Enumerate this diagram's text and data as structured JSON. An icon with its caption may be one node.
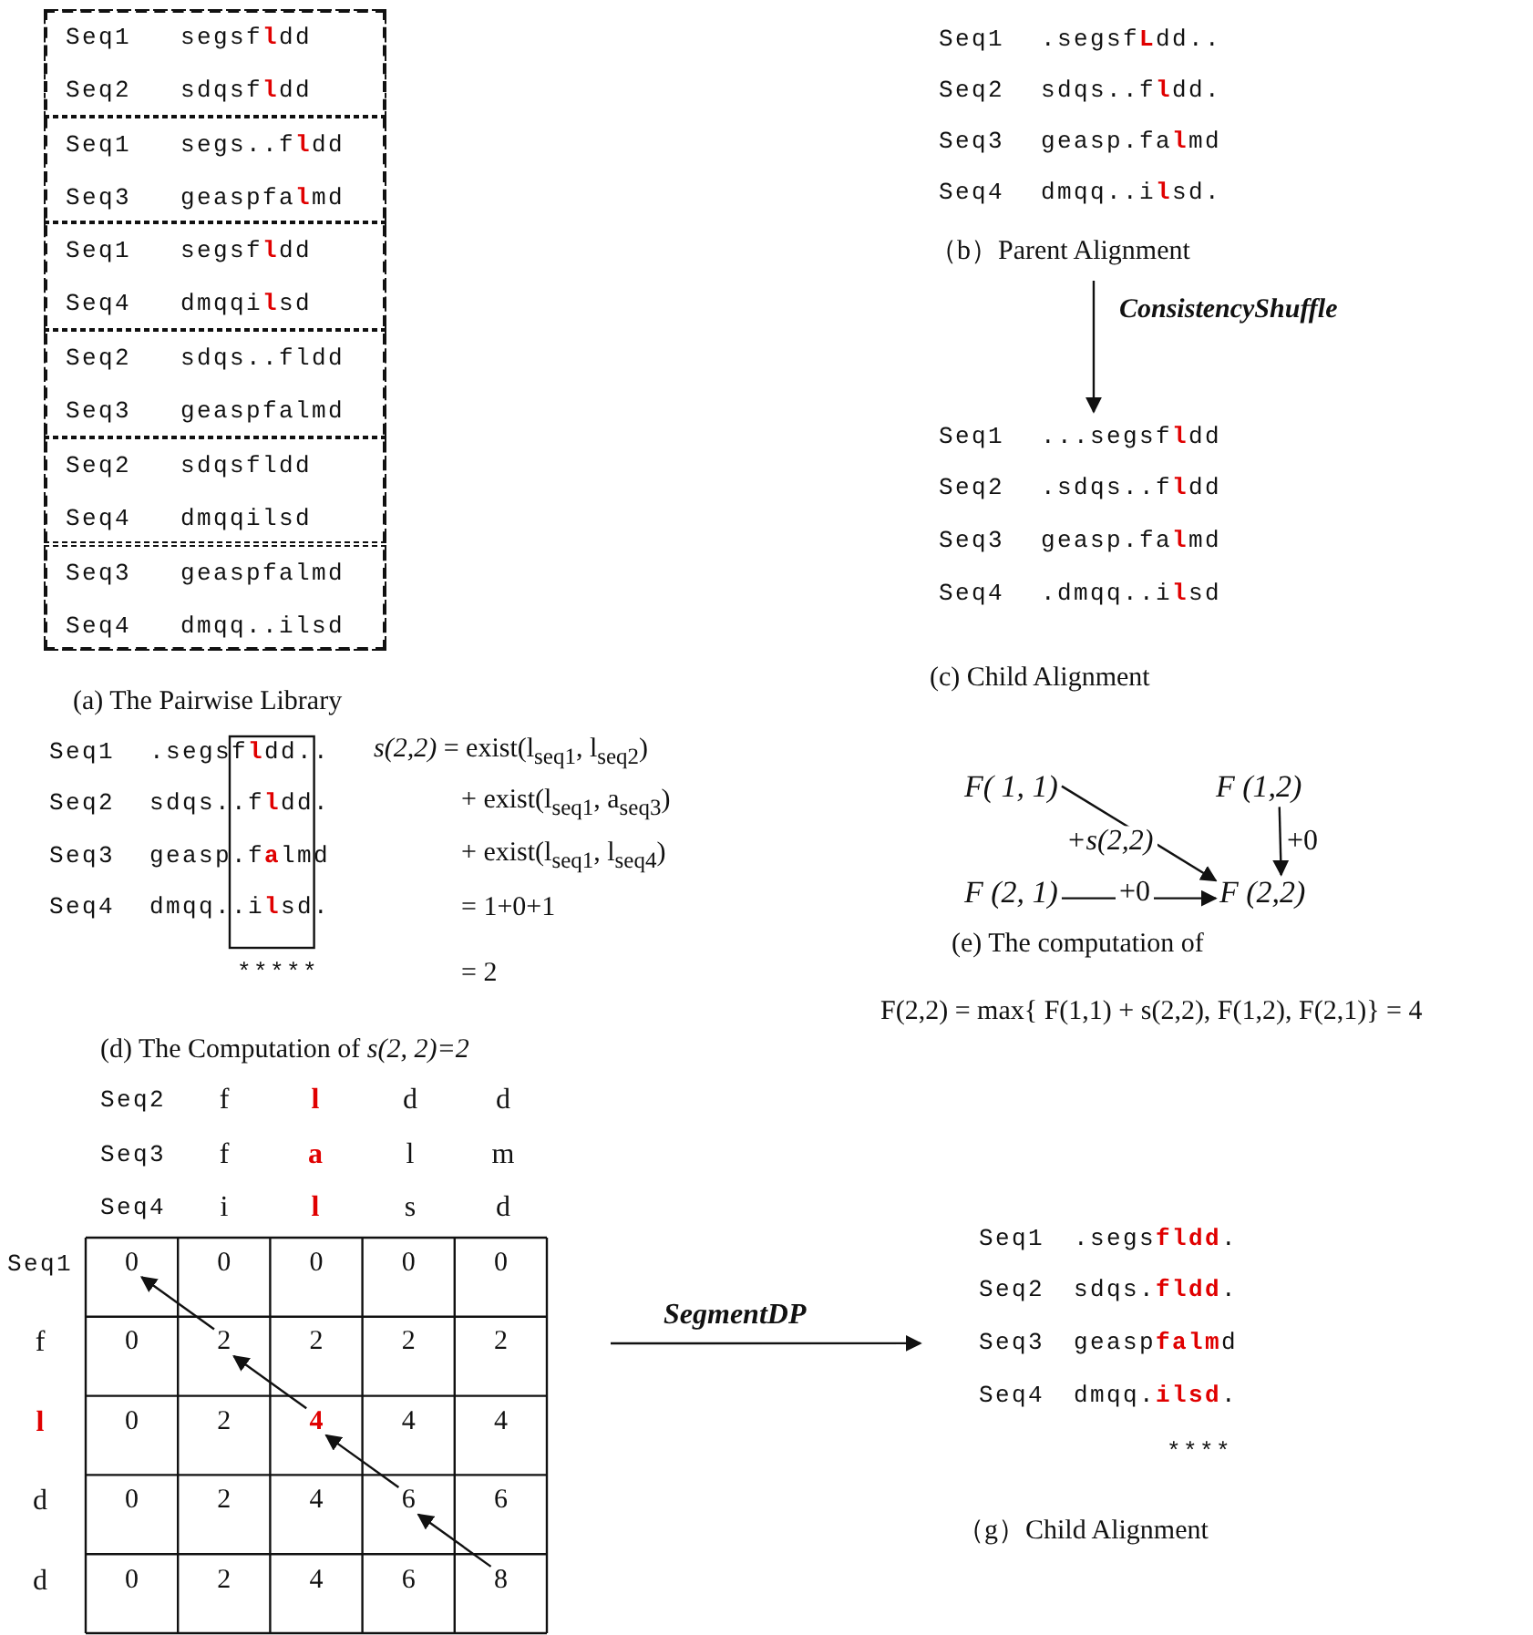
{
  "diagram": {
    "nodes": [
      {
        "text": [
          "(a) The Pairwise Library"
        ]
      },
      {
        "text": [
          "Seq1",
          "segsf**l**dd",
          "Seq2",
          "sdqsf**l**dd"
        ],
        "in": 0
      },
      {
        "text": [
          "Seq1",
          "segs..f**l**dd",
          "Seq3",
          "geaspfa**l**md"
        ],
        "in": 0
      },
      {
        "text": [
          "Seq1",
          "segsf**l**dd",
          "Seq4",
          "dmqqi**l**sd"
        ],
        "in": 0
      },
      {
        "text": [
          "Seq2",
          "sdqs..fldd",
          "Seq3",
          "geaspfalmd"
        ],
        "in": 0
      },
      {
        "text": [
          "Seq2",
          "sdqsfldd",
          "Seq4",
          "dmqqilsd"
        ],
        "in": 0
      },
      {
        "text": [
          "Seq3",
          "geaspfalmd",
          "Seq4",
          "dmqq..ilsd"
        ],
        "in": 0
      },
      {
        "text": [
          "Seq1",
          ".segsf**L**dd..",
          "Seq2",
          "sdqs..f**l**dd.",
          "Seq3",
          "geasp.fa**l**md",
          "Seq4",
          "dmqq..i**l**sd."
        ],
        "beside": [
          "（b）Parent Alignment"
        ]
      },
      {
        "text": [
          "Seq1",
          "...segsf**l**dd",
          "Seq2",
          ".sdqs..f**l**dd",
          "Seq3",
          "geasp.fa**l**md",
          "Seq4",
          ".dmqq..i**l**sd"
        ],
        "beside": [
          "(c) Child Alignment"
        ]
      },
      {
        "text": [
          "F( 1, 1)"
        ]
      },
      {
        "text": [
          "F (1,2)"
        ]
      },
      {
        "text": [
          "F (2, 1)"
        ]
      },
      {
        "text": [
          "F (2,2)"
        ]
      },
      {
        "text": [
          "0"
        ]
      },
      {
        "text": [
          "0"
        ]
      },
      {
        "text": [
          "0"
        ]
      },
      {
        "text": [
          "0"
        ]
      },
      {
        "text": [
          "0"
        ]
      },
      {
        "text": [
          "0"
        ]
      },
      {
        "text": [
          "2"
        ]
      },
      {
        "text": [
          "2"
        ]
      },
      {
        "text": [
          "2"
        ]
      },
      {
        "text": [
          "2"
        ]
      },
      {
        "text": [
          "0"
        ]
      },
      {
        "text": [
          "2"
        ]
      },
      {
        "text": [
          "**4**"
        ]
      },
      {
        "text": [
          "4"
        ]
      },
      {
        "text": [
          "4"
        ]
      },
      {
        "text": [
          "0"
        ]
      },
      {
        "text": [
          "2"
        ]
      },
      {
        "text": [
          "4"
        ]
      },
      {
        "text": [
          "6"
        ]
      },
      {
        "text": [
          "6"
        ]
      },
      {
        "text": [
          "0"
        ]
      },
      {
        "text": [
          "2"
        ]
      },
      {
        "text": [
          "4"
        ]
      },
      {
        "text": [
          "6"
        ]
      },
      {
        "text": [
          "8"
        ]
      },
      {
        "text": [
          "Seq1",
          ".segs**fldd**.",
          "Seq2",
          "sdqs.**fldd**.",
          "Seq3",
          "geasp**falm**d",
          "Seq4",
          "dmqq.**ilsd**.",
          "****"
        ],
        "beside": [
          "（g）Child Alignment"
        ]
      }
    ],
    "edges": [
      {
        "from": 7,
        "to": 8,
        "arrow": "to",
        "label": "ConsistencyShuffle"
      },
      {
        "from": 9,
        "to": 12,
        "arrow": "to",
        "label": "+s(2,2)"
      },
      {
        "from": 10,
        "to": 12,
        "arrow": "to",
        "label": "+0"
      },
      {
        "from": 11,
        "to": 12,
        "arrow": "to",
        "label": "+0"
      },
      {
        "from": 37,
        "to": 31,
        "arrow": "to"
      },
      {
        "from": 31,
        "to": 25,
        "arrow": "to"
      },
      {
        "from": 25,
        "to": 19,
        "arrow": "to"
      },
      {
        "from": 19,
        "to": 13,
        "arrow": "to"
      },
      {
        "from": null,
        "to": 38,
        "arrow": "to",
        "label": "SegmentDP"
      }
    ],
    "labels": [
      "Seq1",
      ".segsf**l**dd..",
      "*s(2,2)* = exist(l$_{seq1}$, l$_{seq2}$)",
      "Seq2",
      "sdqs..f**l**dd.",
      "+ exist(l$_{seq1}$, a$_{seq3}$)",
      "Seq3",
      "geasp.f**a**lmd",
      "+ exist(l$_{seq1}$, l$_{seq4}$)",
      "Seq4",
      "dmqq..i**l**sd.",
      "= 1+0+1",
      "*****",
      "= 2",
      "(e) The computation of",
      "F(2,2) = max{ F(1,1) + s(2,2), F(1,2), F(2,1)} = 4",
      "(d) The Computation of *s(2, 2)=2*",
      "Seq2",
      "f",
      "**l**",
      "d",
      "d",
      "Seq3",
      "f",
      "**a**",
      "l",
      "m",
      "Seq4",
      "i",
      "**l**",
      "s",
      "d",
      "Seq1",
      "f",
      "**l**",
      "d",
      "d"
    ]
  }
}
